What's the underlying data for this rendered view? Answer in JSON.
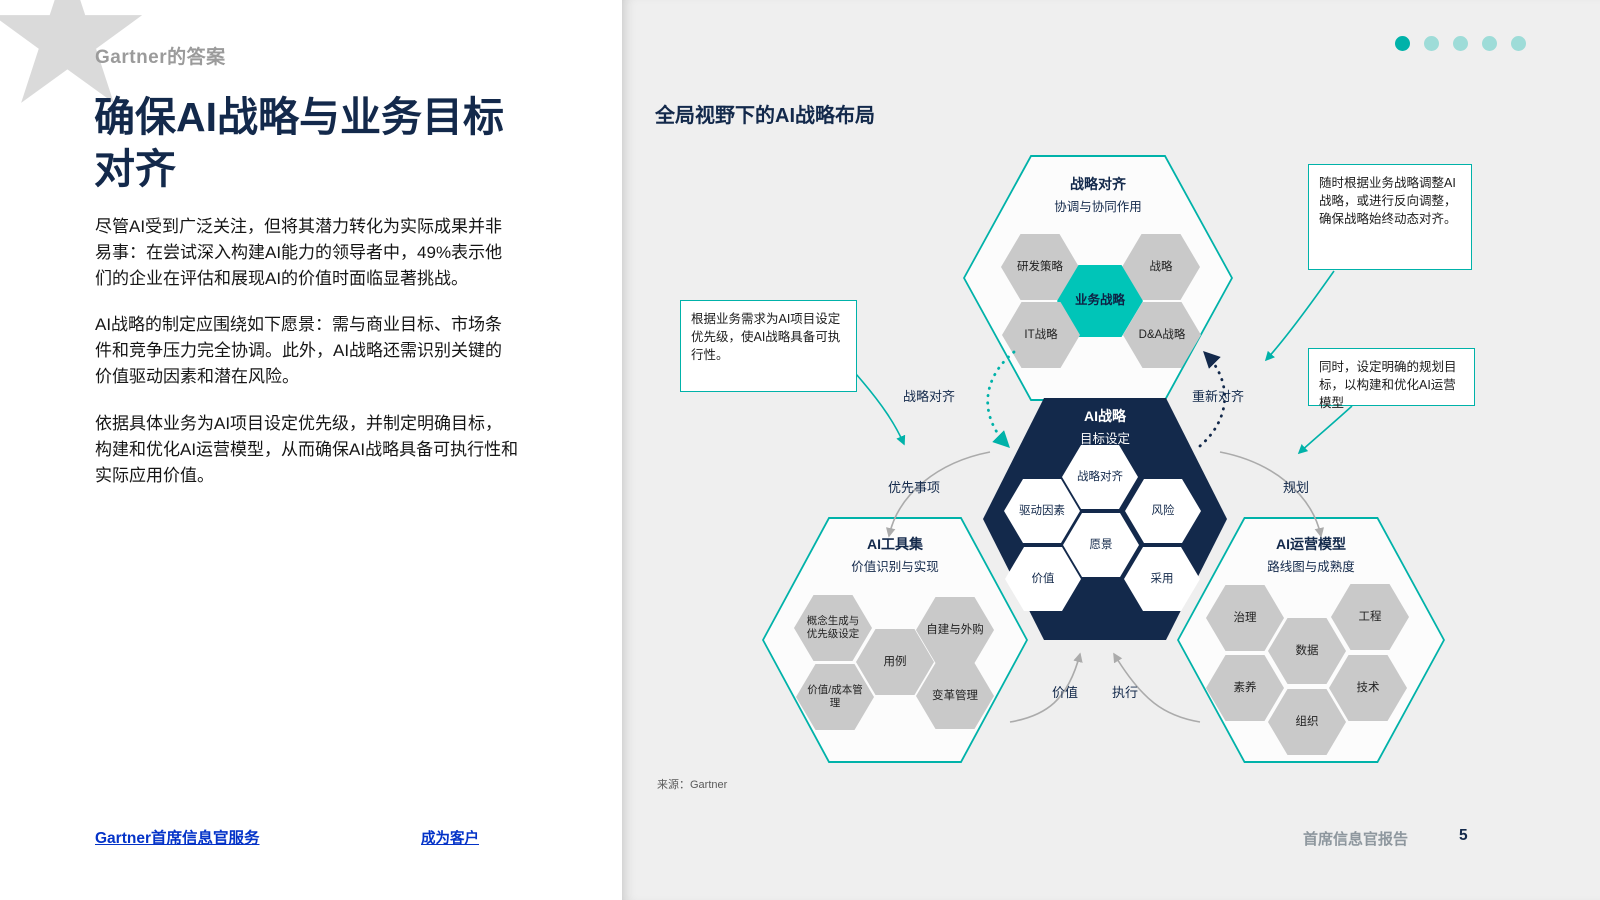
{
  "brand": {
    "eyebrow": "Gartner的答案",
    "star_icon": "★"
  },
  "left": {
    "title_lines": [
      "确保AI战略与业务目标",
      "对齐"
    ],
    "paragraphs": [
      "尽管AI受到广泛关注，但将其潜力转化为实际成果并非易事：在尝试深入构建AI能力的领导者中，49%表示他们的企业在评估和展现AI的价值时面临显著挑战。",
      "AI战略的制定应围绕如下愿景：需与商业目标、市场条件和竞争压力完全协调。此外，AI战略还需识别关键的价值驱动因素和潜在风险。",
      "依据具体业务为AI项目设定优先级，并制定明确目标，构建和优化AI运营模型，从而确保AI战略具备可执行性和实际应用价值。"
    ],
    "links": {
      "services": "Gartner首席信息官服务",
      "become_client": "成为客户"
    }
  },
  "right": {
    "title": "全局视野下的AI战略布局",
    "source": "来源：Gartner",
    "footer_label": "首席信息官报告",
    "page_number": "5"
  },
  "diagram": {
    "top": {
      "title": "战略对齐",
      "subtitle": "协调与协同作用",
      "cells": [
        "研发策略",
        "战略",
        "业务战略",
        "IT战略",
        "D&A战略"
      ]
    },
    "center": {
      "title": "AI战略",
      "subtitle": "目标设定",
      "cells": [
        "战略对齐",
        "驱动因素",
        "风险",
        "愿景",
        "价值",
        "采用"
      ]
    },
    "tools": {
      "title": "AI工具集",
      "subtitle": "价值识别与实现",
      "cells": [
        "概念生成与优先级设定",
        "自建与外购",
        "用例",
        "价值/成本管理",
        "变革管理"
      ]
    },
    "operating": {
      "title": "AI运营模型",
      "subtitle": "路线图与成熟度",
      "cells": [
        "治理",
        "工程",
        "数据",
        "素养",
        "技术",
        "组织"
      ]
    },
    "callouts": [
      "根据业务需求为AI项目设定优先级，使AI战略具备可执行性。",
      "随时根据业务战略调整AI战略，或进行反向调整，确保战略始终动态对齐。",
      "同时，设定明确的规划目标，以构建和优化AI运营模型"
    ],
    "labels": {
      "align": "战略对齐",
      "realign": "重新对齐",
      "priorities": "优先事项",
      "planning": "规划",
      "value": "价值",
      "execution": "执行"
    }
  },
  "colors": {
    "navy": "#13294B",
    "teal": "#00B2A9",
    "teal_bright": "#00C5B8",
    "cell_gray": "#C9C9C9",
    "panel_gray": "#EFEFEF"
  }
}
